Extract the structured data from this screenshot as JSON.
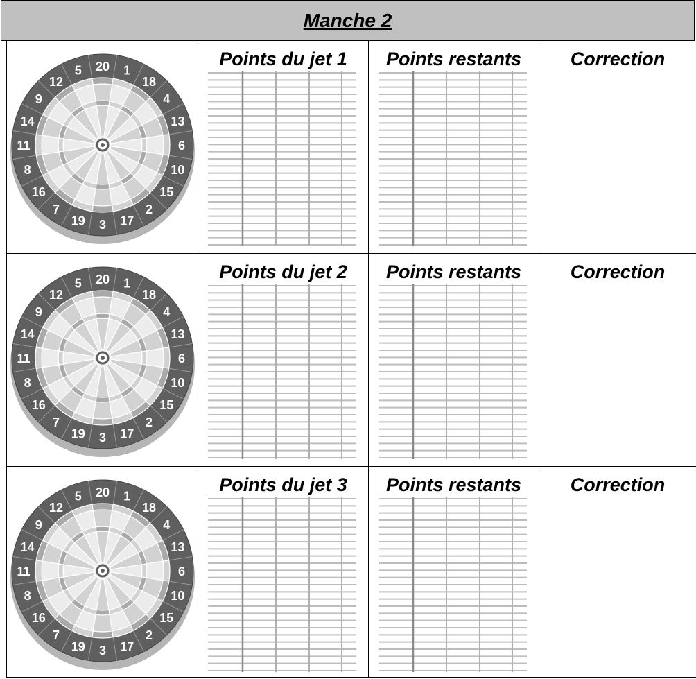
{
  "title": "Manche 2",
  "columns": {
    "remaining": "Points restants",
    "correction": "Correction"
  },
  "rows": [
    {
      "throw_label": "Points du jet 1"
    },
    {
      "throw_label": "Points du jet 2"
    },
    {
      "throw_label": "Points du jet 3"
    }
  ],
  "dartboard": {
    "numbers": [
      "20",
      "1",
      "18",
      "4",
      "13",
      "6",
      "10",
      "15",
      "2",
      "17",
      "3",
      "19",
      "7",
      "16",
      "8",
      "11",
      "14",
      "9",
      "12",
      "5"
    ],
    "colors": {
      "ring": "#5f5f5f",
      "light": "#ececec",
      "mid": "#d2d2d2",
      "dark": "#a9a9a9",
      "rim": "#b5b5b5"
    }
  },
  "header_bg": "#c0c0c0"
}
